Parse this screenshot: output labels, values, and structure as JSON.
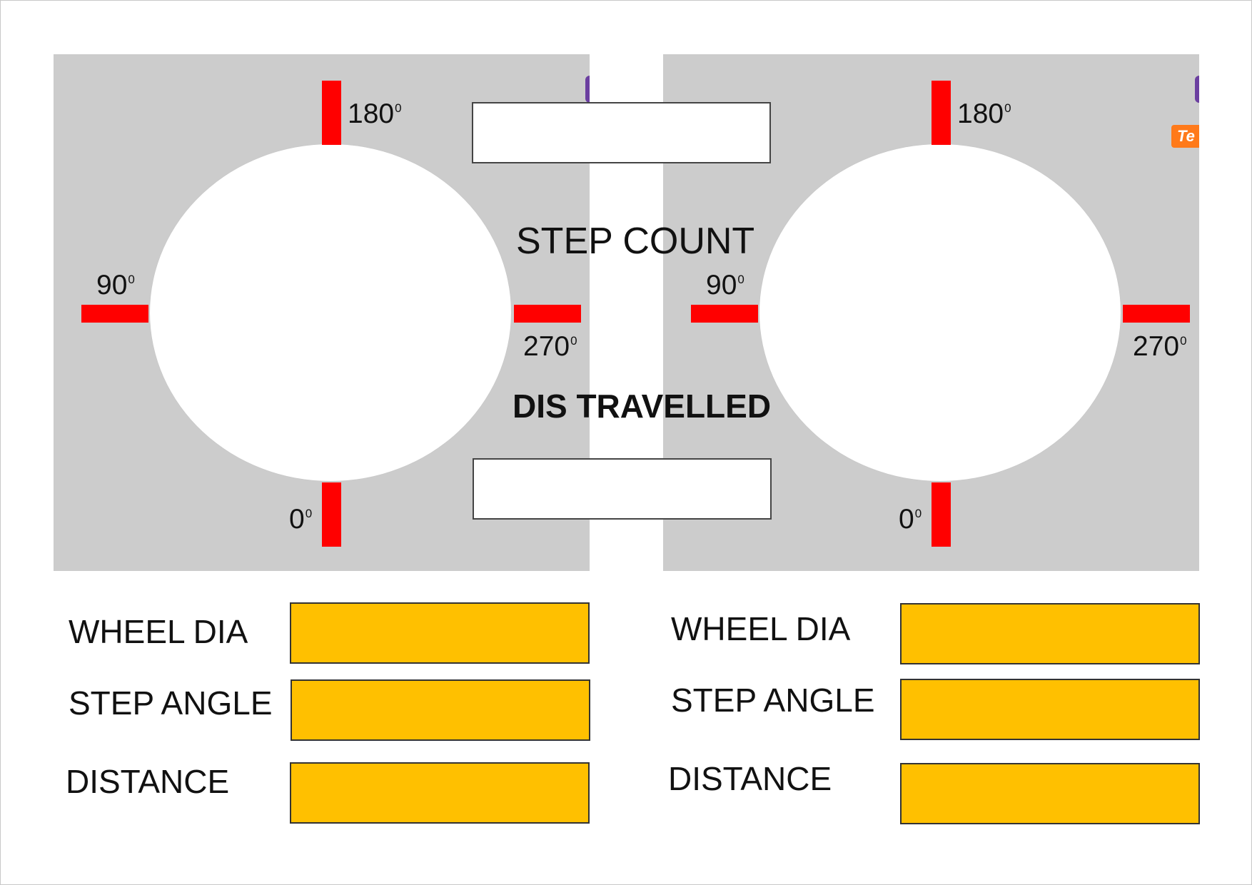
{
  "center": {
    "step_count_label": "STEP COUNT",
    "dis_travelled_label": "DIS TRAVELLED",
    "step_count_value": "",
    "dis_travelled_value": ""
  },
  "wheels": [
    {
      "deg_180": "180",
      "deg_90": "90",
      "deg_270": "270",
      "deg_0": "0",
      "degree_symbol": "0"
    },
    {
      "deg_180": "180",
      "deg_90": "90",
      "deg_270": "270",
      "deg_0": "0",
      "degree_symbol": "0",
      "edge_badge": "Te"
    }
  ],
  "left_fields": {
    "wheel_dia_label": "WHEEL DIA",
    "step_angle_label": "STEP ANGLE",
    "distance_label": "DISTANCE",
    "wheel_dia_value": "",
    "step_angle_value": "",
    "distance_value": ""
  },
  "right_fields": {
    "wheel_dia_label": "WHEEL DIA",
    "step_angle_label": "STEP ANGLE",
    "distance_label": "DISTANCE",
    "wheel_dia_value": "",
    "step_angle_value": "",
    "distance_value": ""
  },
  "colors": {
    "panel_bg": "#cccccc",
    "marker": "#ff0000",
    "field_fill": "#ffc000",
    "wheel": "#ffffff"
  }
}
